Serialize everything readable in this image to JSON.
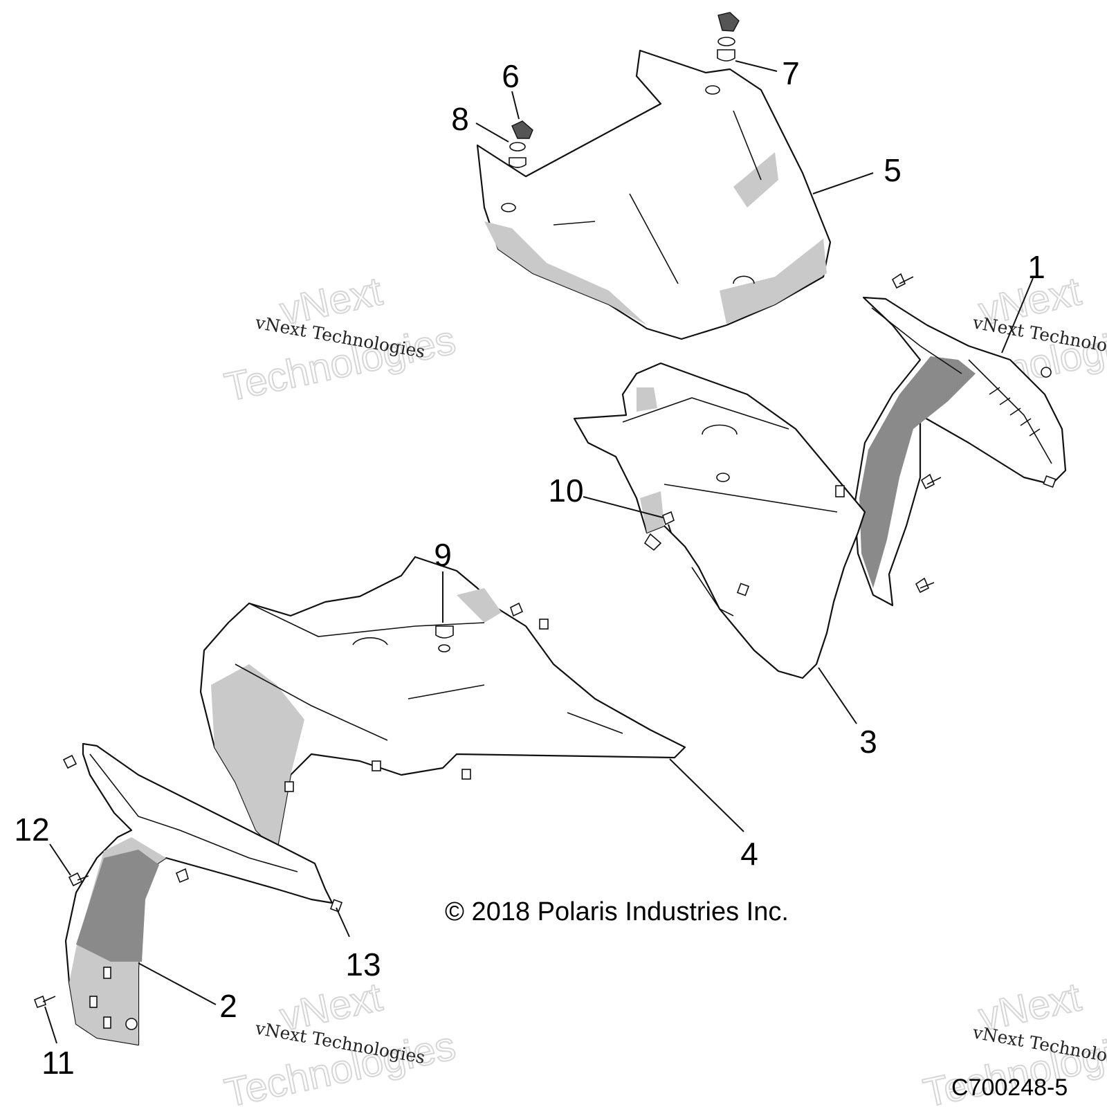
{
  "callouts": [
    "1",
    "2",
    "3",
    "4",
    "5",
    "6",
    "7",
    "8",
    "9",
    "10",
    "11",
    "12",
    "13"
  ],
  "copyright": "© 2018 Polaris Industries Inc.",
  "drawing_code": "C700248-5",
  "watermark": {
    "line_small": "vNext Technologies",
    "line_big_1": "vNext",
    "line_big_2": "Technologies"
  }
}
